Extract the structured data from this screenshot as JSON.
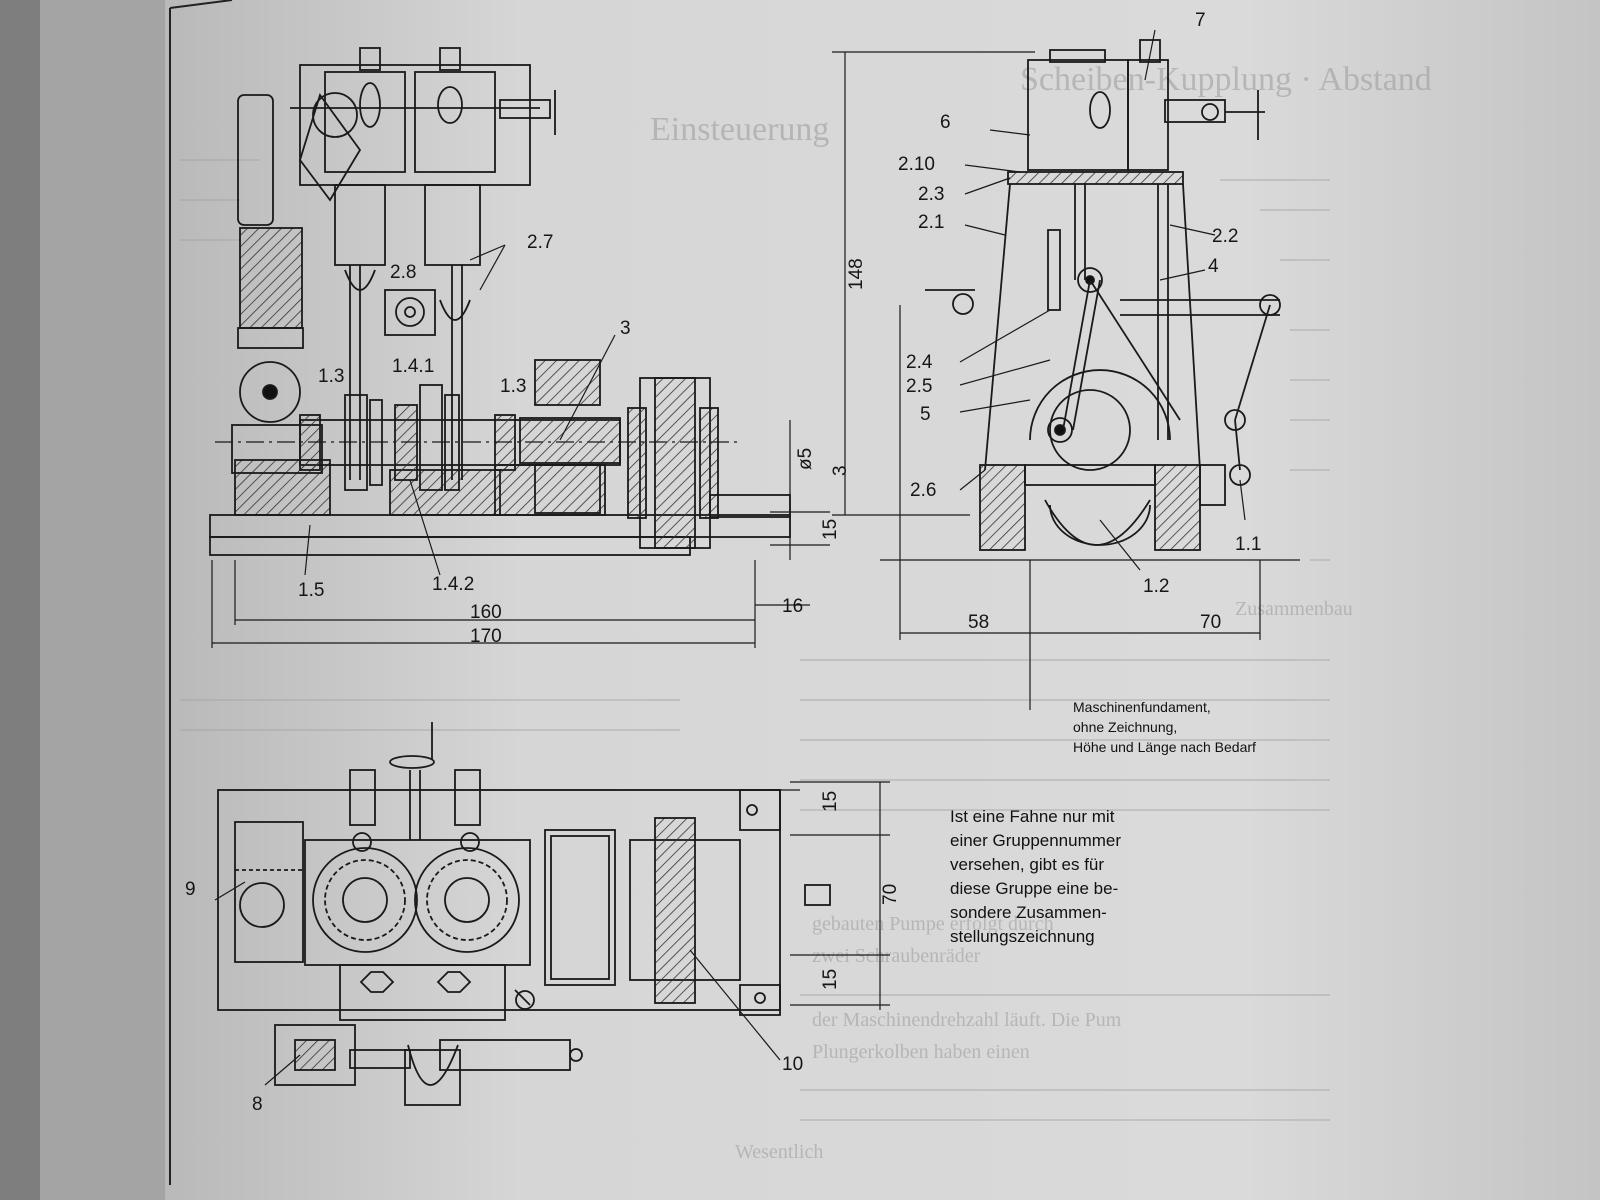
{
  "background": {
    "paper": "#d9d9d9",
    "ink": "#1a1a1a",
    "hatch": "#333333"
  },
  "labels": {
    "l_27": "2.7",
    "l_28": "2.8",
    "l_3": "3",
    "l_13a": "1.3",
    "l_141": "1.4.1",
    "l_13b": "1.3",
    "l_15": "1.5",
    "l_142": "1.4.2",
    "l_7": "7",
    "l_6": "6",
    "l_210": "2.10",
    "l_23": "2.3",
    "l_21": "2.1",
    "l_22": "2.2",
    "l_4": "4",
    "l_24": "2.4",
    "l_25": "2.5",
    "l_5": "5",
    "l_26": "2.6",
    "l_11": "1.1",
    "l_12": "1.2",
    "l_9": "9",
    "l_8": "8",
    "l_10": "10"
  },
  "dimensions": {
    "d_160": "160",
    "d_170": "170",
    "d_16": "16",
    "d_15_side": "15",
    "d_phi5": "ø5",
    "d_3": "3",
    "d_148": "148",
    "d_58": "58",
    "d_70_top": "70",
    "d_15_top": "15",
    "d_70_plan": "70",
    "d_15_bottom": "15"
  },
  "notes": {
    "foundation": [
      "Maschinenfundament,",
      "ohne Zeichnung,",
      "Höhe und Länge nach Bedarf"
    ],
    "flag": [
      "Ist eine Fahne nur mit",
      "einer Gruppennummer",
      "versehen, gibt es für",
      "diese Gruppe eine be-",
      "sondere Zusammen-",
      "stellungszeichnung"
    ]
  },
  "bleed_text": [
    "Scheiben-Kupplung · Abstand",
    "Einsteuerung",
    "Zusammenbau",
    "gebauten Pumpe erfolgt durch",
    "zwei Schraubenräder",
    "der Maschinendrehzahl läuft. Die Pum",
    "Plungerkolben haben einen",
    "Wesentlich"
  ]
}
